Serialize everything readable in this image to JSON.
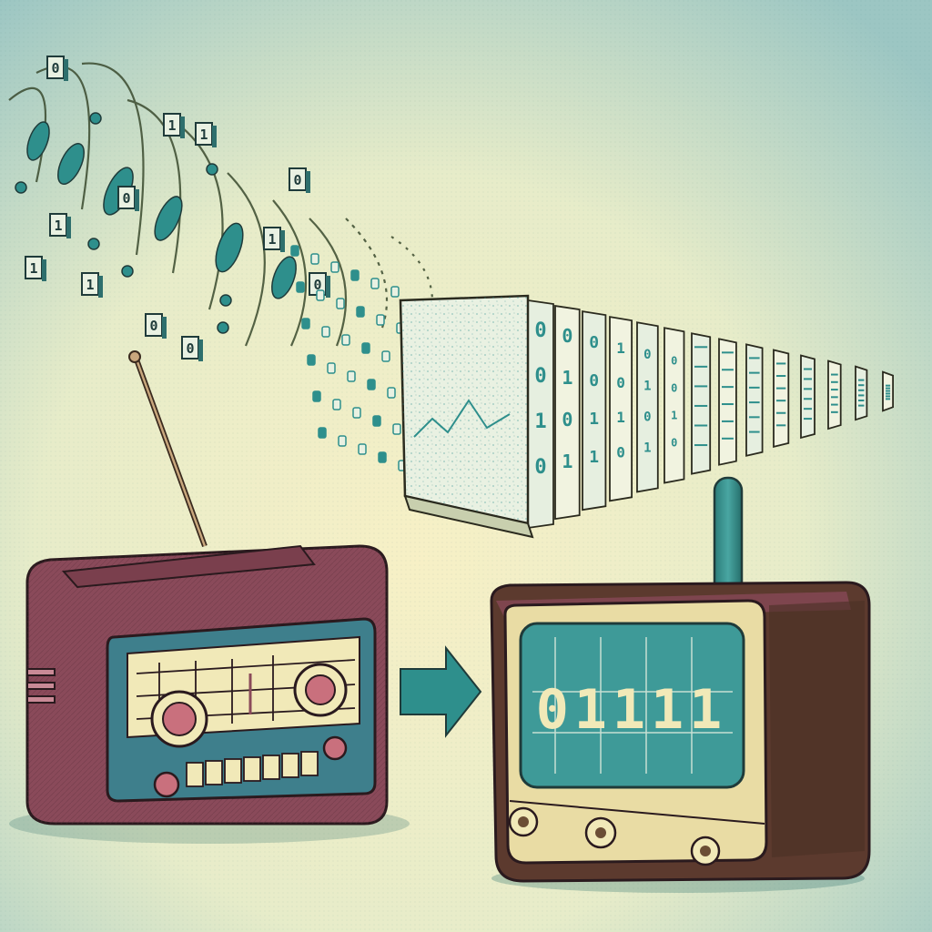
{
  "palette": {
    "teal_edge": "#9cc6c3",
    "cream_center": "#f6efc4",
    "teal": "#2e8f8c",
    "teal_dark": "#1f6f6d",
    "maroon": "#8a4a5a",
    "maroon_dark": "#5c2f3a",
    "olive_dark": "#3a3a22",
    "screen_teal": "#3e9a98",
    "knob_pink": "#c9707d",
    "bezel_brown": "#6b4e35"
  },
  "screen_readout": "01111",
  "stream_bits": [
    "0",
    "1",
    "0",
    "1",
    "1",
    "0",
    "0",
    "1",
    "1",
    "0",
    "1",
    "0"
  ],
  "panel_bits": [
    [
      "0",
      "0",
      "1",
      "0"
    ],
    [
      "0",
      "1",
      "0",
      "1"
    ],
    [
      "0",
      "0",
      "1",
      "1"
    ],
    [
      "1",
      "0",
      "1",
      "0"
    ],
    [
      "0",
      "1",
      "0",
      "1"
    ]
  ],
  "objects": {
    "left_radio": "analog-radio",
    "right_device": "digital-radio",
    "arrow": "arrow-right-icon",
    "waves": "radio-wave-icon"
  }
}
